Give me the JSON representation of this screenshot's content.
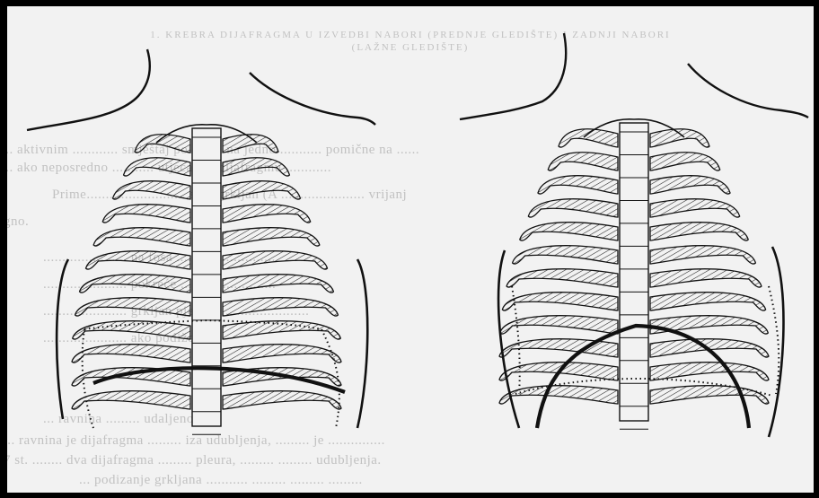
{
  "scan_text": {
    "heading": "1. KREBRA DIJAFRAGMA U IZVEDBI NABORI (PREDNJE GLEDIŠTE) I ZADNJI NABORI",
    "subheading": "(LAŽNE GLEDIŠTE)",
    "lines": [
      "... aktivnim ............ smještaj položaja na jedno ........... pomične na ......",
      "... ako neposredno ........... utjecaj na dijafragmu ............",
      "Prime.......................... svoj grkljan (A ...................... vrijanj",
      "gno.",
      "...................... na fosa ..........................",
      "...................... pokreće .........................",
      "...................... grkljan pjevač ........................",
      "...................... ako podiže.",
      "... ravnina ......... udaljenosti.",
      "... ravnina je dijafragma ......... iza udubljenja, ......... je ...............",
      "7 st. ........ dva dijafragma ......... pleura, ......... ......... udubljenja.",
      "... podizanje grkljana ........... ......... ......... ........."
    ]
  },
  "figures": [
    {
      "name": "ribcage-expiration",
      "ribs": 12,
      "diaphragm": "flattened"
    },
    {
      "name": "ribcage-inspiration",
      "ribs": 12,
      "diaphragm": "domed"
    }
  ]
}
